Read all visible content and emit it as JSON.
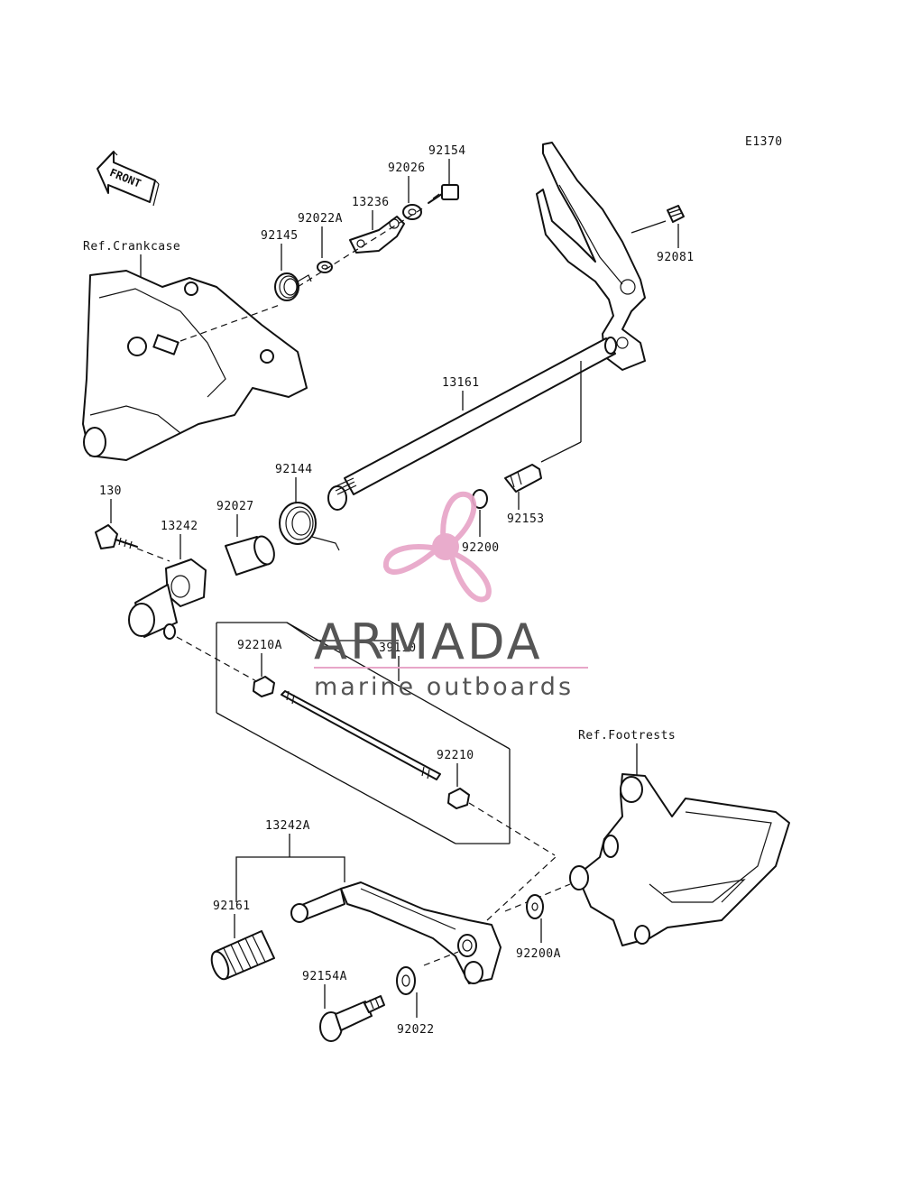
{
  "diagram_code": "E1370",
  "front_arrow_label": "FRONT",
  "refs": {
    "crankcase": "Ref.Crankcase",
    "footrests": "Ref.Footrests"
  },
  "parts": {
    "p92154": "92154",
    "p92026": "92026",
    "p13236": "13236",
    "p92022A": "92022A",
    "p92145": "92145",
    "p92081": "92081",
    "p13161": "13161",
    "p92144": "92144",
    "p130": "130",
    "p13242": "13242",
    "p92027": "92027",
    "p92153": "92153",
    "p92200": "92200",
    "p92210A": "92210A",
    "p39110": "39110",
    "p92210": "92210",
    "p13242A": "13242A",
    "p92161": "92161",
    "p92200A": "92200A",
    "p92154A": "92154A",
    "p92022": "92022"
  },
  "watermark": {
    "title": "ARMADA",
    "subtitle": "marine outboards",
    "accent_color": "#e8a6c8",
    "text_color": "#555555"
  }
}
